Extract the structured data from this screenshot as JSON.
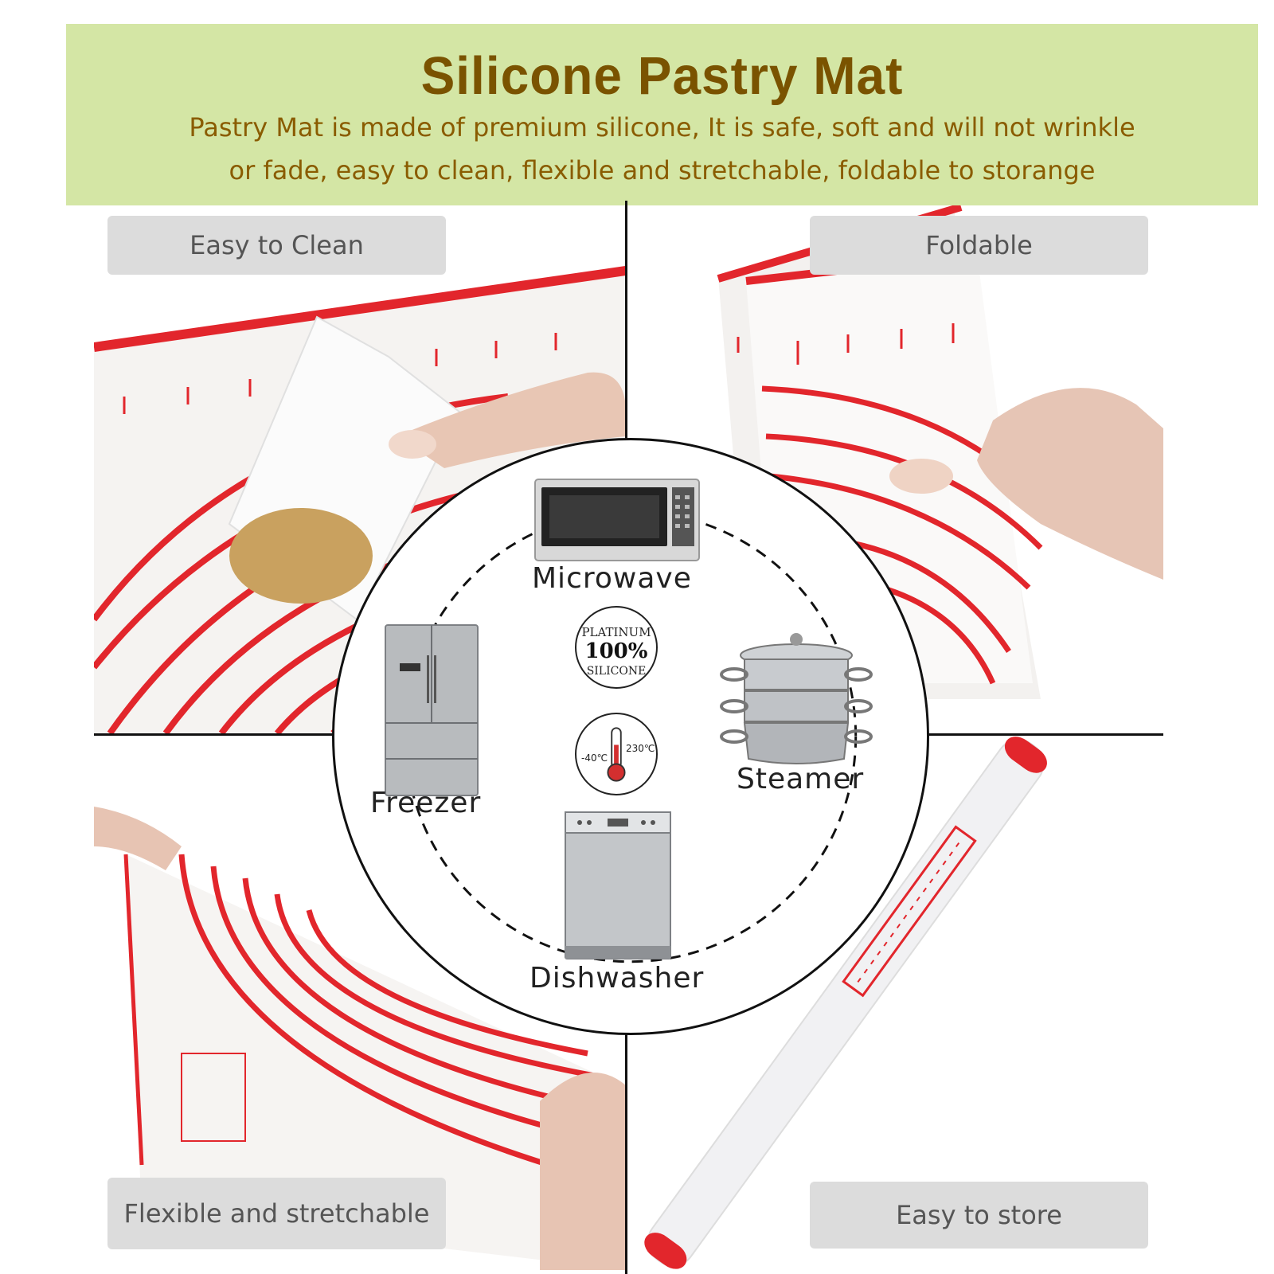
{
  "header": {
    "title": "Silicone Pastry Mat",
    "subtitle_line1": "Pastry Mat is made of premium silicone, It is safe, soft and will not wrinkle",
    "subtitle_line2": "or fade, easy to clean, flexible and stretchable, foldable to storange"
  },
  "features": {
    "top_left": "Easy to Clean",
    "top_right": "Foldable",
    "bottom_left": "Flexible and stretchable",
    "bottom_right": "Easy to store"
  },
  "appliances": {
    "microwave": "Microwave",
    "freezer": "Freezer",
    "steamer": "Steamer",
    "dishwasher": "Dishwasher"
  },
  "badge": {
    "top": "PLATINUM",
    "middle": "100%",
    "bottom": "SILICONE"
  },
  "temperature": {
    "low": "-40℃",
    "high": "230℃"
  },
  "colors": {
    "banner": "#d4e6a5",
    "title": "#7a5300",
    "mat_red": "#e2262c"
  }
}
